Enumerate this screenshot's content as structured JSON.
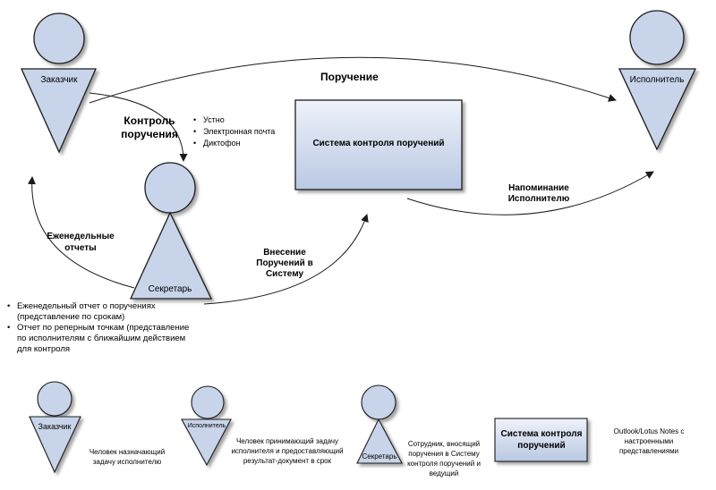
{
  "actors": {
    "customer": "Заказчик",
    "executor": "Исполнитель",
    "secretary": "Секретарь"
  },
  "system": {
    "label": "Система контроля поручений"
  },
  "arrows": {
    "assignment": "Поручение",
    "control_line1": "Контроль",
    "control_line2": "поручения",
    "weekly_line1": "Еженедельные",
    "weekly_line2": "отчеты",
    "entry_line1": "Внесение",
    "entry_line2": "Поручений в",
    "entry_line3": "Систему",
    "reminder_line1": "Напоминание",
    "reminder_line2": "Исполнителю"
  },
  "channels": [
    "Устно",
    "Электронная почта",
    "Диктофон"
  ],
  "reports": [
    "Еженедельный отчет о поручениях (представление по срокам)",
    "Отчет по реперным точкам (представление по исполнителям с ближайшим действием для контроля"
  ],
  "legend": {
    "customer_label": "Заказчик",
    "customer_desc": "Человек назначающий задачу исполнителю",
    "executor_label": "Исполнитель",
    "executor_desc": "Человек принимающий задачу исполнителя и предоставляющий результат-документ в срок",
    "secretary_label": "Секретарь",
    "secretary_desc": "Сотрудник, вносящий поручения в Систему контроля поручений и ведущий",
    "system_label": "Система контроля поручений",
    "system_desc": "Outlook/Lotus Notes с настроенными представлениями"
  },
  "colors": {
    "shape_fill": "#c8d4ea",
    "shape_stroke": "#1a1a1a",
    "system_fill_top": "#eef2f9",
    "system_fill_bottom": "#b9c8e3"
  }
}
